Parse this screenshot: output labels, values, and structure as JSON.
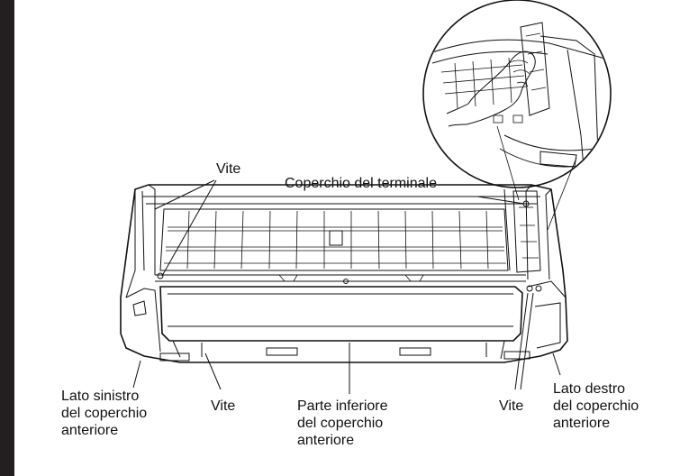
{
  "labels": {
    "vite_top": "Vite",
    "coperchio_terminale": "Coperchio del terminale",
    "lato_sinistro": [
      "Lato sinistro",
      "del coperchio",
      "anteriore"
    ],
    "vite_bottom_left": "Vite",
    "parte_inferiore": [
      "Parte inferiore",
      "del coperchio",
      "anteriore"
    ],
    "vite_bottom_right": "Vite",
    "lato_destro": [
      "Lato destro",
      "del coperchio",
      "anteriore"
    ]
  },
  "colors": {
    "side_bar": "#231f20",
    "line": "#111111",
    "background": "#ffffff"
  }
}
